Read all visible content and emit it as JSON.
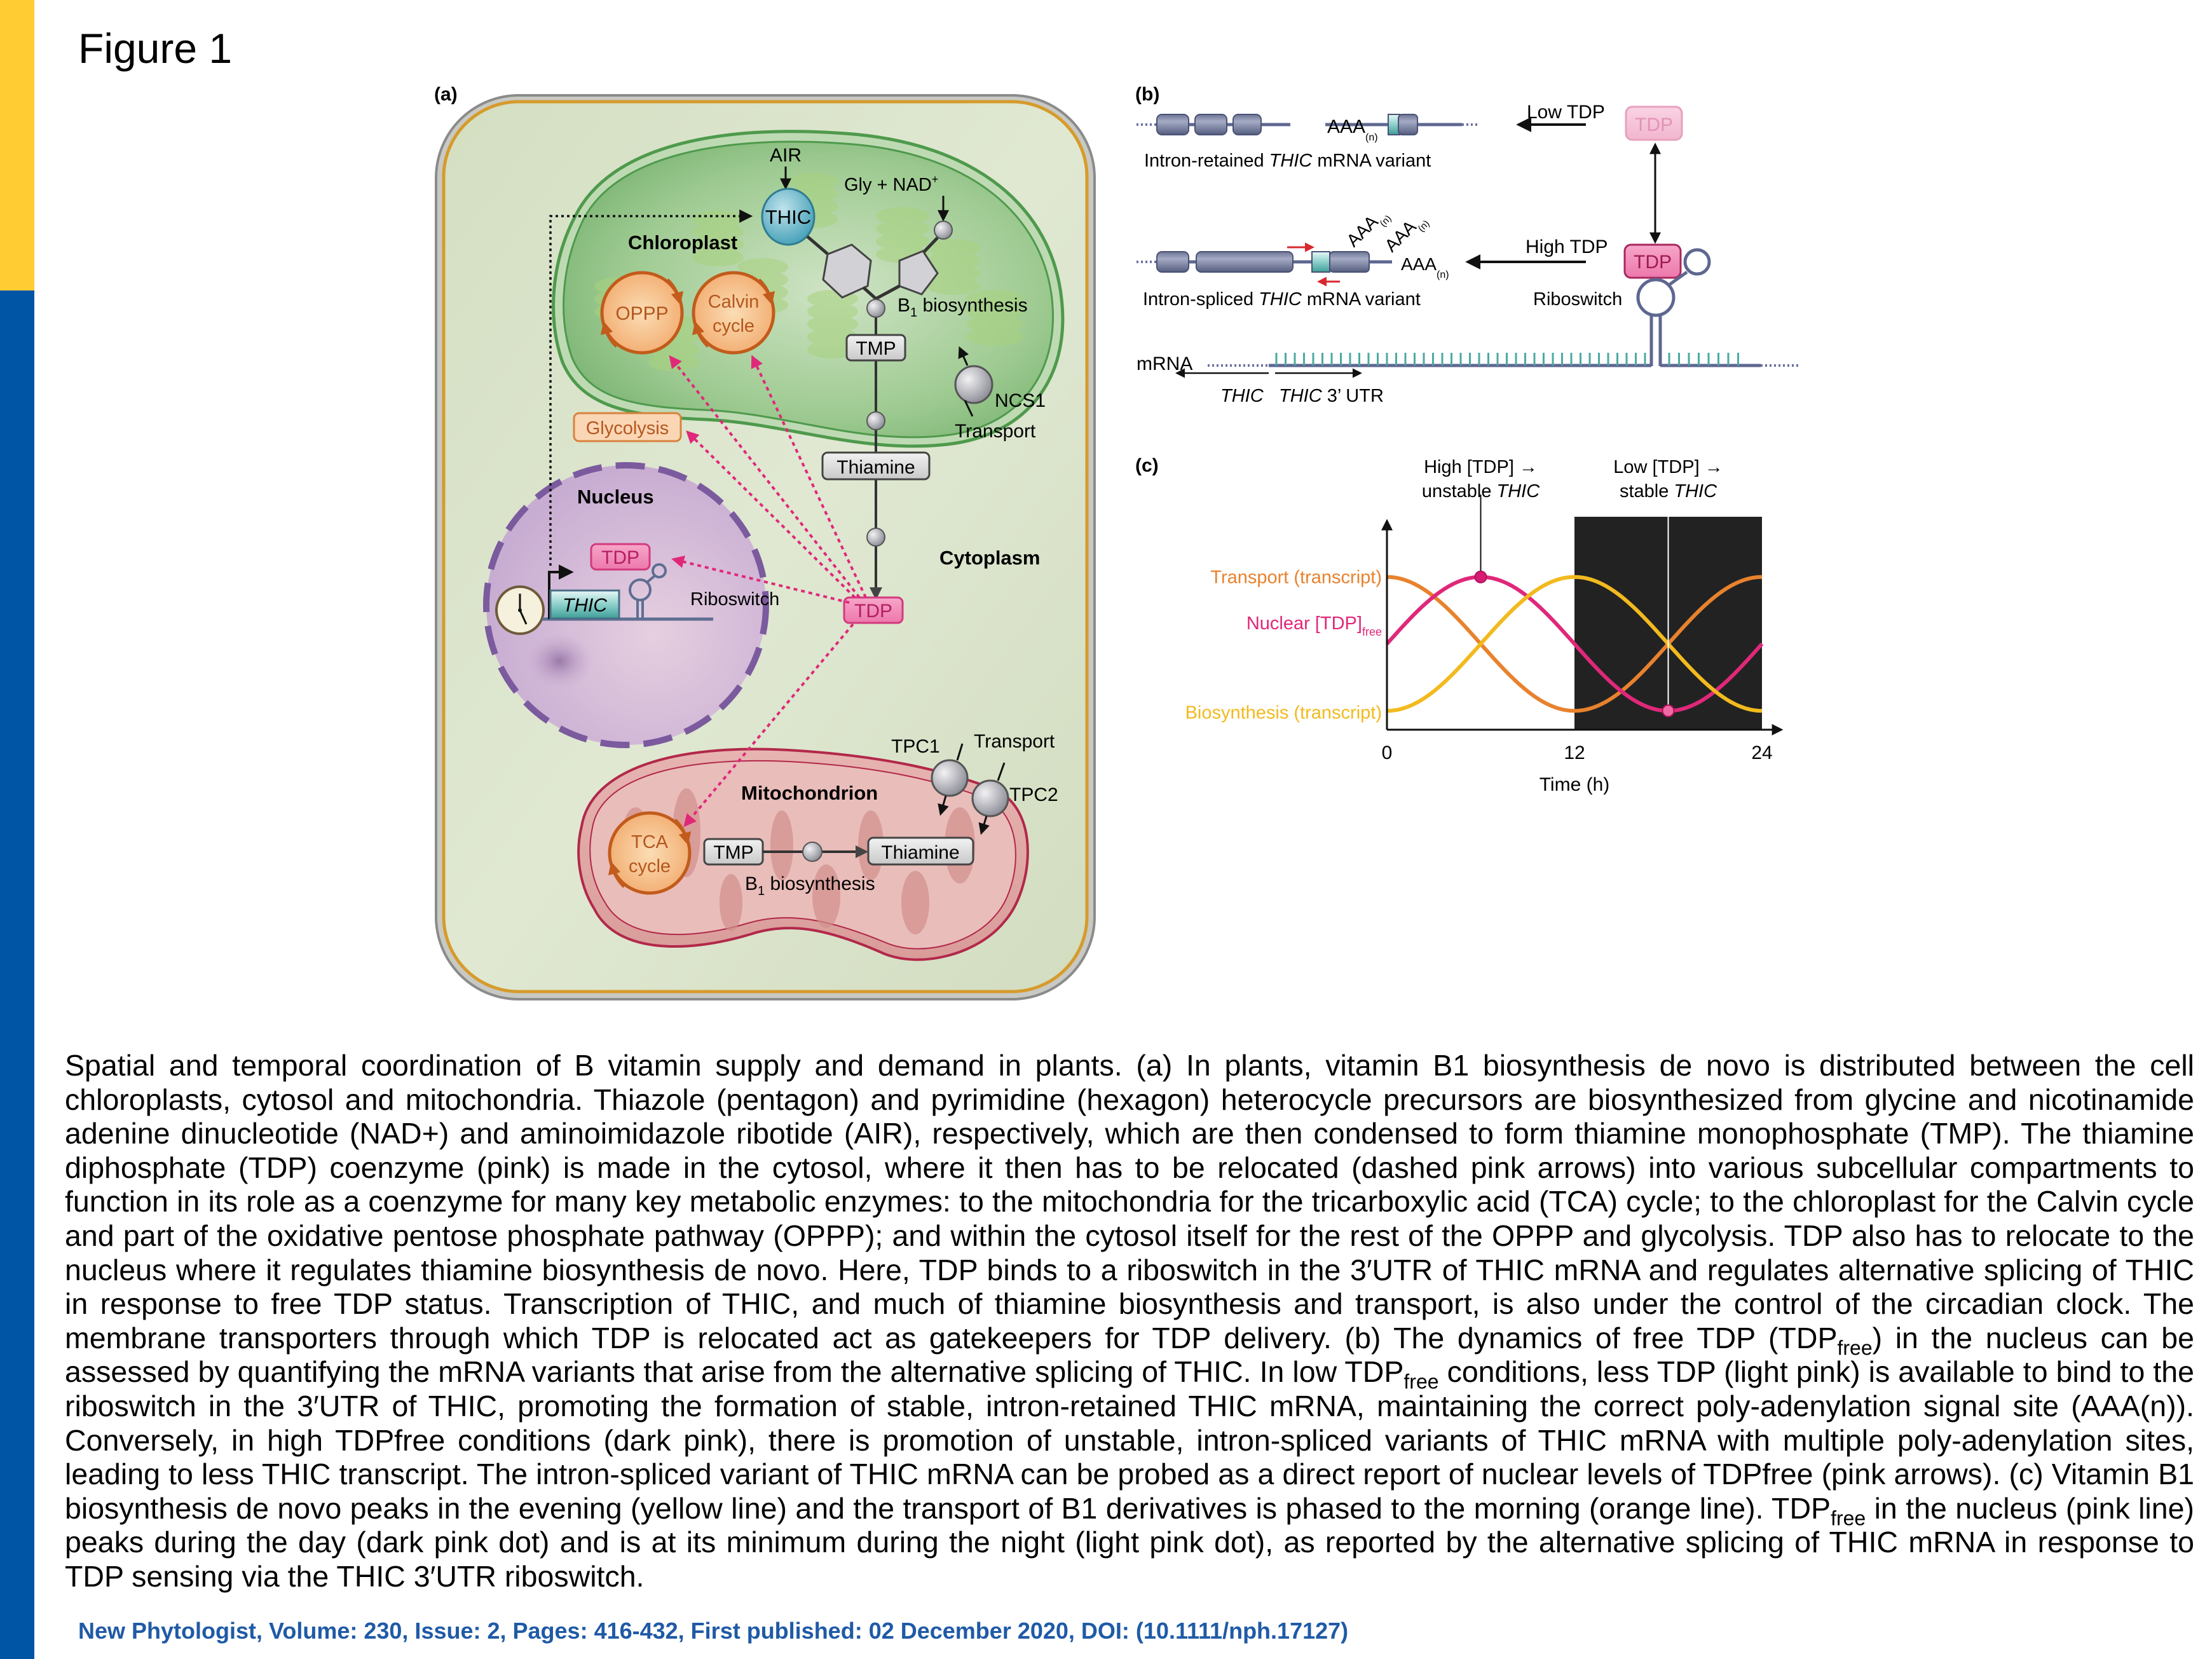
{
  "figure": {
    "title": "Figure 1",
    "colors": {
      "brand_yellow": "#FFCC33",
      "brand_blue": "#0055A4",
      "citation": "#1F5AA6",
      "tdp_pink": "#E0287A",
      "transport_orange": "#E8822E",
      "biosynthesis_yellow": "#F2BA1E",
      "night_panel": "#222222"
    }
  },
  "panel_a": {
    "label": "(a)",
    "chloroplast": {
      "label": "Chloroplast",
      "air": "AIR",
      "thic": "THIC",
      "gly_nad": "Gly + NAD",
      "gly_nad_sup": "+",
      "oppp": "OPPP",
      "calvin_line1": "Calvin",
      "calvin_line2": "cycle",
      "b1_prefix": "B",
      "b1_sub": "1",
      "b1_suffix": " biosynthesis",
      "tmp": "TMP",
      "ncs1": "NCS1",
      "transport": "Transport"
    },
    "cytoplasm": {
      "label": "Cytoplasm",
      "glycolysis": "Glycolysis",
      "thiamine": "Thiamine",
      "tdp": "TDP"
    },
    "nucleus": {
      "label": "Nucleus",
      "tdp": "TDP",
      "thic": "THIC",
      "riboswitch": "Riboswitch"
    },
    "mitochondrion": {
      "label": "Mitochondrion",
      "tca_line1": "TCA",
      "tca_line2": "cycle",
      "tmp": "TMP",
      "thiamine": "Thiamine",
      "b1_prefix": "B",
      "b1_sub": "1",
      "b1_suffix": " biosynthesis",
      "tpc1": "TPC1",
      "tpc2": "TPC2",
      "transport": "Transport"
    }
  },
  "panel_b": {
    "label": "(b)",
    "low_tdp": "Low TDP",
    "high_tdp": "High TDP",
    "tdp": "TDP",
    "aaa": "AAA",
    "aaa_sub": "(n)",
    "retained_prefix": "Intron-retained ",
    "retained_gene": "THIC",
    "retained_suffix": " mRNA variant",
    "spliced_prefix": "Intron-spliced ",
    "spliced_gene": "THIC",
    "spliced_suffix": " mRNA variant",
    "riboswitch": "Riboswitch",
    "mrna": "mRNA",
    "thic": "THIC",
    "utr_gene": "THIC",
    "utr_suffix": " 3’ UTR"
  },
  "chart_data": {
    "type": "line",
    "panel_label": "(c)",
    "title": "",
    "xlabel": "Time (h)",
    "ylabel": "",
    "xlim": [
      0,
      24
    ],
    "ylim": [
      0,
      1
    ],
    "x_ticks": [
      0,
      12,
      24
    ],
    "x_tick_labels": [
      "0",
      "12",
      "24"
    ],
    "y_ticks": [],
    "grid": false,
    "night_shading": {
      "from": 12,
      "to": 24,
      "color": "#222222"
    },
    "series": [
      {
        "name": "Transport (transcript)",
        "color": "#E8822E",
        "shape": "cosine",
        "peak_time": 0,
        "trough_time": 12,
        "min": 0.05,
        "max": 0.95,
        "x": [
          0,
          3,
          6,
          9,
          12,
          15,
          18,
          21,
          24
        ],
        "values": [
          0.95,
          0.82,
          0.5,
          0.18,
          0.05,
          0.18,
          0.5,
          0.82,
          0.95
        ]
      },
      {
        "name": "Nuclear [TDP]free",
        "label_main": "Nuclear [TDP]",
        "label_sub": "free",
        "color": "#E0287A",
        "shape": "cosine",
        "peak_time": 6,
        "trough_time": 18,
        "min": 0.05,
        "max": 0.95,
        "x": [
          0,
          3,
          6,
          9,
          12,
          15,
          18,
          21,
          24
        ],
        "values": [
          0.5,
          0.82,
          0.95,
          0.82,
          0.5,
          0.18,
          0.05,
          0.18,
          0.5
        ]
      },
      {
        "name": "Biosynthesis (transcript)",
        "color": "#F2BA1E",
        "shape": "cosine",
        "peak_time": 12,
        "trough_time": 0,
        "min": 0.05,
        "max": 0.95,
        "x": [
          0,
          3,
          6,
          9,
          12,
          15,
          18,
          21,
          24
        ],
        "values": [
          0.05,
          0.18,
          0.5,
          0.82,
          0.95,
          0.82,
          0.5,
          0.18,
          0.05
        ]
      }
    ],
    "markers": [
      {
        "time": 6,
        "series": "Nuclear [TDP]free",
        "kind": "peak",
        "color": "#D81B72"
      },
      {
        "time": 18,
        "series": "Nuclear [TDP]free",
        "kind": "trough",
        "color": "#F06AA8"
      }
    ],
    "annotations": [
      {
        "time": 6,
        "line1": "High [TDP] →",
        "line2_prefix": "unstable ",
        "line2_gene": "THIC"
      },
      {
        "time": 18,
        "line1": "Low [TDP] →",
        "line2_prefix": "stable ",
        "line2_gene": "THIC"
      }
    ]
  },
  "caption": {
    "p1": "Spatial and temporal coordination of B vitamin supply and demand in plants. (a) In plants, vitamin B1 biosynthesis de novo is distributed between the cell chloroplasts, cytosol and mitochondria. Thiazole (pentagon) and pyrimidine (hexagon) heterocycle precursors are biosynthesized from glycine and nicotinamide adenine dinucleotide (NAD+) and aminoimidazole ribotide (AIR), respectively, which are then condensed to form thiamine monophosphate (TMP). The thiamine diphosphate (TDP) coenzyme (pink) is made in the cytosol, where it then has to be relocated (dashed pink arrows) into various subcellular compartments to function in its role as a coenzyme for many key metabolic enzymes: to the mitochondria for the tricarboxylic acid (TCA) cycle; to the chloroplast for the Calvin cycle and part of the oxidative pentose phosphate pathway (OPPP); and within the cytosol itself for the rest of the OPPP and glycolysis. TDP also has to relocate to the nucleus where it regulates thiamine biosynthesis de novo. Here, TDP binds to a riboswitch in the 3′UTR of THIC mRNA and regulates alternative splicing of THIC in response to free TDP status. Transcription of THIC, and much of thiamine biosynthesis and transport, is also under the control of the circadian clock. The membrane transporters through which TDP is relocated act as gatekeepers for TDP delivery. (b) The dynamics of free TDP (TDP",
    "sub1": "free",
    "p2": ") in the nucleus can be assessed by quantifying the mRNA variants that arise from the alternative splicing of THIC. In low TDP",
    "sub2": "free",
    "p3": " conditions, less TDP (light pink) is available to bind to the riboswitch in the 3′UTR of THIC, promoting the formation of stable, intron-retained THIC mRNA, maintaining the correct poly-adenylation signal site (AAA(n)). Conversely, in high TDPfree conditions (dark pink), there is promotion of unstable, intron-spliced variants of THIC mRNA with multiple poly-adenylation sites, leading to less THIC transcript. The intron-spliced variant of THIC mRNA can be probed as a direct report of nuclear levels of TDPfree (pink arrows). (c) Vitamin B1 biosynthesis de novo peaks in the evening (yellow line) and the transport of B1 derivatives is phased to the morning (orange line). TDP",
    "sub3": "free",
    "p4": " in the nucleus (pink line) peaks during the day (dark pink dot) and is at its minimum during the night (light pink dot), as reported by the alternative splicing of THIC mRNA in response to TDP sensing via the THIC 3′UTR riboswitch."
  },
  "citation": "New Phytologist, Volume: 230, Issue: 2, Pages: 416-432, First published: 02 December 2020, DOI: (10.1111/nph.17127)"
}
